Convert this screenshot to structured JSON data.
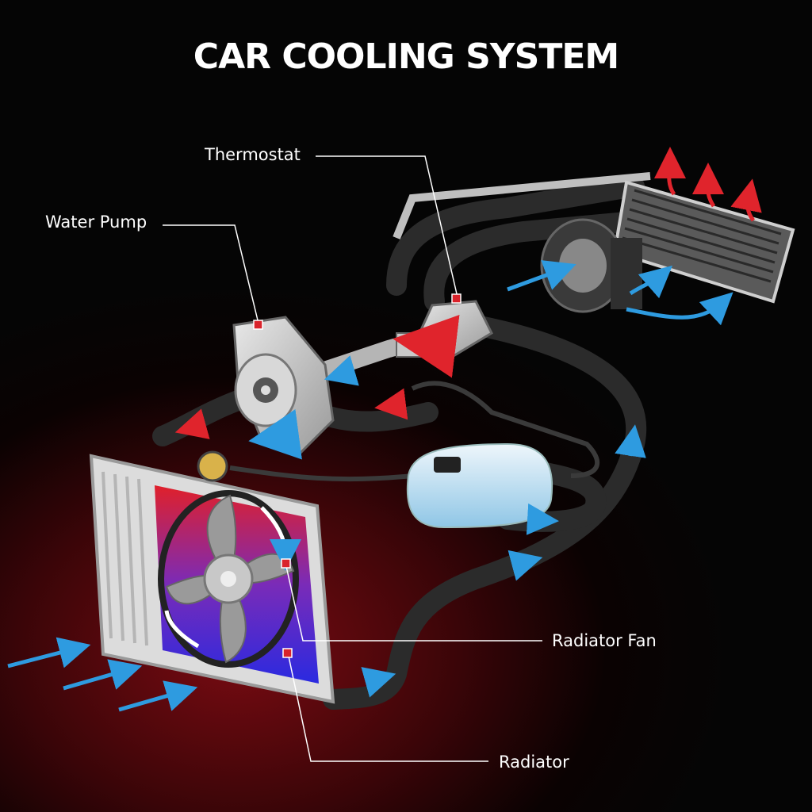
{
  "title": "CAR COOLING SYSTEM",
  "labels": {
    "thermostat": "Thermostat",
    "water_pump": "Water Pump",
    "radiator_fan": "Radiator Fan",
    "radiator": "Radiator"
  },
  "colors": {
    "background": "#050505",
    "glow": "#7a0b12",
    "hot_flow": "#e0242c",
    "cold_flow": "#2e9be0",
    "hose": "#2b2b2b",
    "leader_line": "#ffffff"
  }
}
